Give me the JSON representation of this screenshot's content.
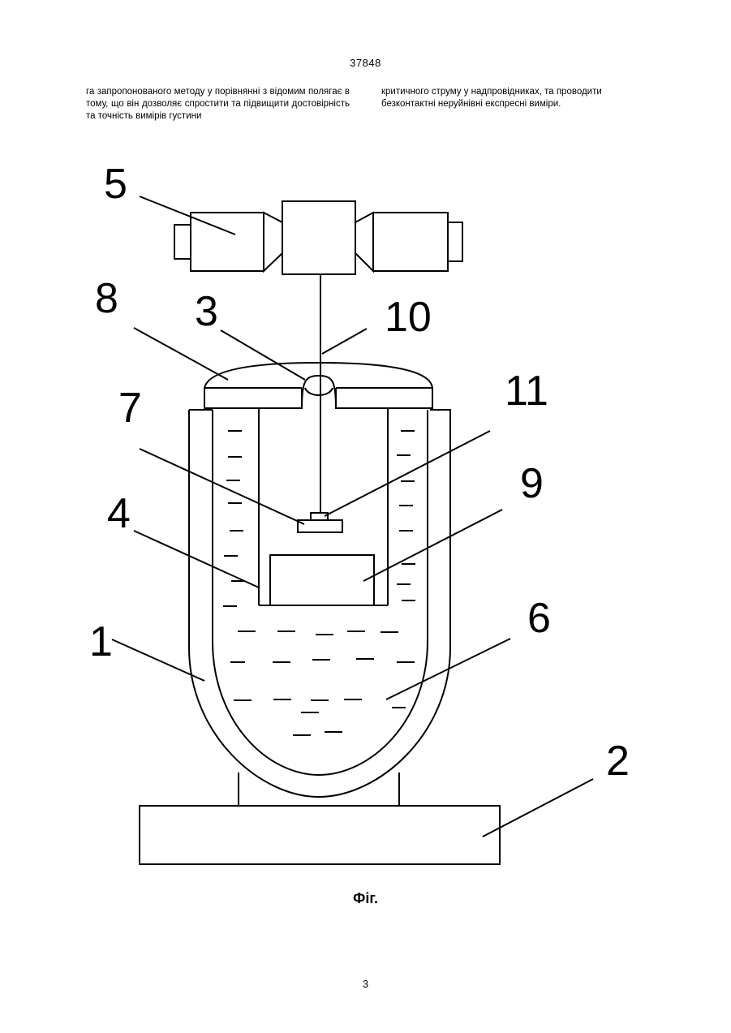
{
  "header": {
    "patent_number": "37848"
  },
  "text": {
    "left_column": "га запропонованого методу у порівнянні з відомим полягає в тому, що він дозволяє спростити та підвищити достовірність та точність вимірів густини",
    "right_column": "критичного струму у надпровідниках, та проводити безконтактні неруйнівні експресні виміри."
  },
  "figure": {
    "caption": "Фіг.",
    "labels": {
      "l1": "1",
      "l2": "2",
      "l3": "3",
      "l4": "4",
      "l5": "5",
      "l6": "6",
      "l7": "7",
      "l8": "8",
      "l9": "9",
      "l10": "10",
      "l11": "11"
    }
  },
  "footer": {
    "page_number": "3"
  }
}
